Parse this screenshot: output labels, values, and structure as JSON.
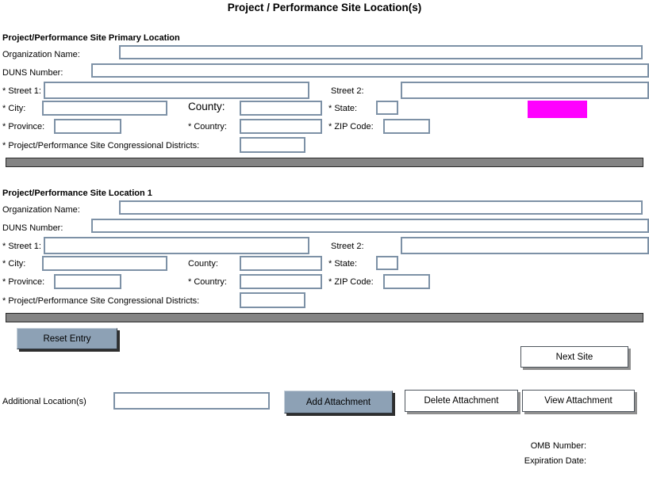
{
  "title": "Project / Performance Site Location(s)",
  "sections": [
    {
      "header": "Project/Performance Site Primary Location",
      "labels": {
        "organization": "Organization Name:",
        "duns": "DUNS Number:",
        "street1": "* Street 1:",
        "street2": "Street 2:",
        "city": "* City:",
        "county": "County:",
        "state": "* State:",
        "province": "* Province:",
        "country": "* Country:",
        "zip": "* ZIP Code:",
        "congressional": "* Project/Performance Site Congressional Districts:"
      }
    },
    {
      "header": "Project/Performance Site Location 1",
      "labels": {
        "organization": "Organization Name:",
        "duns": "DUNS Number:",
        "street1": "* Street 1:",
        "street2": "Street 2:",
        "city": "* City:",
        "county": "County:",
        "state": "* State:",
        "province": "* Province:",
        "country": "* Country:",
        "zip": "* ZIP Code:",
        "congressional": "* Project/Performance Site Congressional Districts:"
      }
    }
  ],
  "actions": {
    "reset": "Reset Entry",
    "next_site": "Next Site",
    "add_attachment": "Add Attachment",
    "delete_attachment": "Delete Attachment",
    "view_attachment": "View Attachment"
  },
  "additional": {
    "label": "Additional Location(s)"
  },
  "footer": {
    "omb": "OMB Number:",
    "expiration": "Expiration Date:"
  },
  "colors": {
    "highlight_magenta": "#ff00ff",
    "button_blue": "#8da1b5",
    "divider_gray": "#848484",
    "input_border": "#7d91a6"
  }
}
